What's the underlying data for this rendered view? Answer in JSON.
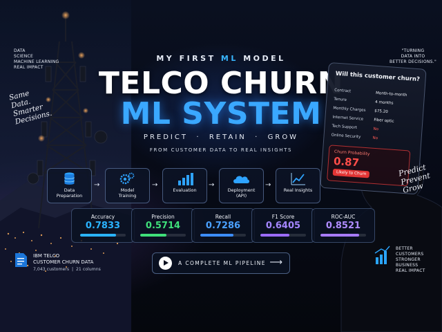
{
  "header": {
    "kicker_prefix": "MY FIRST ",
    "kicker_ml": "ML",
    "kicker_suffix": " MODEL",
    "title_line1": "TELCO CHURN",
    "title_line2": "ML SYSTEM",
    "tagline": "PREDICT  ·  RETAIN  ·  GROW",
    "subline": "FROM CUSTOMER DATA TO REAL INSIGHTS"
  },
  "left_notes": {
    "keywords": [
      "DATA",
      "SCIENCE",
      "MACHINE LEARNING",
      "REAL IMPACT"
    ],
    "script_lines": [
      "Same",
      "Data.",
      "Smarter",
      "Decisions."
    ]
  },
  "right_notes": {
    "quote_lines": [
      "\"TURNING",
      "DATA INTO",
      "BETTER DECISIONS.\""
    ],
    "script_lines": [
      "Predict",
      "Prevent",
      "Grow"
    ],
    "bottom_lines": [
      "BETTER",
      "CUSTOMERS",
      "STRONGER BUSINESS",
      "REAL IMPACT"
    ]
  },
  "pipeline_steps": [
    {
      "label": "Data\nPreparation",
      "icon": "database-icon"
    },
    {
      "label": "Model\nTraining",
      "icon": "gears-icon"
    },
    {
      "label": "Evaluation",
      "icon": "bar-chart-icon"
    },
    {
      "label": "Deployment\n(API)",
      "icon": "cloud-icon"
    },
    {
      "label": "Real Insights",
      "icon": "line-chart-icon"
    }
  ],
  "metrics": [
    {
      "name": "Accuracy",
      "value": "0.7833",
      "fraction": 0.7833,
      "color": "#2ab3ff"
    },
    {
      "name": "Precision",
      "value": "0.5714",
      "fraction": 0.5714,
      "color": "#3fe07a"
    },
    {
      "name": "Recall",
      "value": "0.7286",
      "fraction": 0.7286,
      "color": "#3c8dff"
    },
    {
      "name": "F1 Score",
      "value": "0.6405",
      "fraction": 0.6405,
      "color": "#9b6bff"
    },
    {
      "name": "ROC-AUC",
      "value": "0.8521",
      "fraction": 0.8521,
      "color": "#a77bff"
    }
  ],
  "prediction_card": {
    "question": "Will this customer churn?",
    "fields": [
      {
        "key": "Contract",
        "value": "Month-to-month",
        "alert": false
      },
      {
        "key": "Tenure",
        "value": "4 months",
        "alert": false
      },
      {
        "key": "Monthly Charges",
        "value": "$75.20",
        "alert": false
      },
      {
        "key": "Internet Service",
        "value": "Fiber optic",
        "alert": false
      },
      {
        "key": "Tech Support",
        "value": "No",
        "alert": true
      },
      {
        "key": "Online Security",
        "value": "No",
        "alert": true
      }
    ],
    "probability_label": "Churn Probability",
    "probability_value": "0.87",
    "verdict": "Likely to Churn"
  },
  "dataset": {
    "line1": "IBM TELCO",
    "line2": "CUSTOMER CHURN DATA",
    "stats": "7,043 customers  |  21 columns"
  },
  "pipeline_button": {
    "label": "A COMPLETE ML PIPELINE"
  },
  "colors": {
    "accent_blue": "#3aa8ff",
    "alert_red": "#ff4d49"
  }
}
